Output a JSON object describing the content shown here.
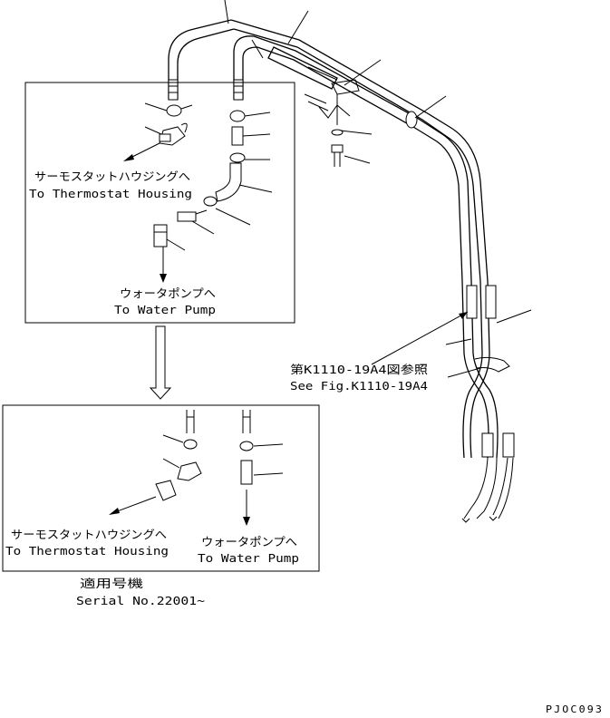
{
  "upper_box": {
    "thermostat_jp": "サーモスタットハウジングへ",
    "thermostat_en": "To Thermostat Housing",
    "pump_jp": "ウォータポンプへ",
    "pump_en": "To Water Pump"
  },
  "lower_box": {
    "thermostat_jp": "サーモスタットハウジングへ",
    "thermostat_en": "To Thermostat Housing",
    "pump_jp": "ウォータポンプへ",
    "pump_en": "To Water Pump"
  },
  "serial": {
    "jp": "適用号機",
    "en": "Serial No.22001~"
  },
  "reference": {
    "jp": "第K1110-19A4図参照",
    "en": "See Fig.K1110-19A4"
  },
  "drawing_code": "PJOC093"
}
